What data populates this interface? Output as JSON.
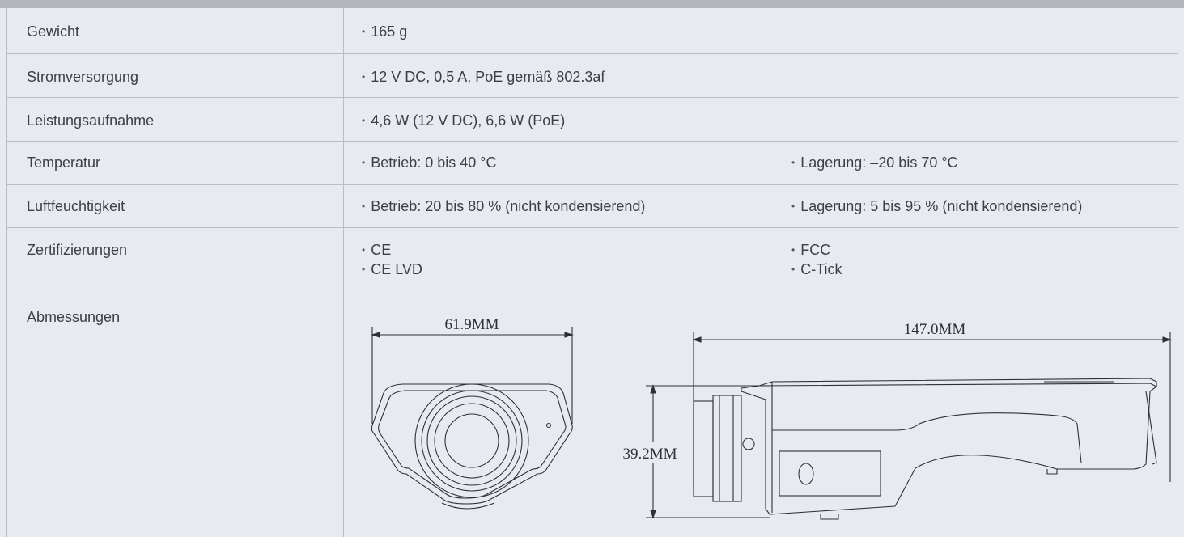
{
  "rows": [
    {
      "label": "Gewicht",
      "col1": [
        "165 g"
      ],
      "col2": []
    },
    {
      "label": "Stromversorgung",
      "col1": [
        "12 V DC, 0,5 A, PoE gemäß 802.3af"
      ],
      "col2": []
    },
    {
      "label": "Leistungsaufnahme",
      "col1": [
        "4,6 W (12 V DC), 6,6 W (PoE)"
      ],
      "col2": []
    },
    {
      "label": "Temperatur",
      "col1": [
        "Betrieb: 0 bis 40 °C"
      ],
      "col2": [
        "Lagerung: –20 bis 70 °C"
      ]
    },
    {
      "label": "Luftfeuchtigkeit",
      "col1": [
        "Betrieb: 20 bis 80 % (nicht kondensierend)"
      ],
      "col2": [
        "Lagerung: 5 bis 95 % (nicht kondensierend)"
      ]
    },
    {
      "label": "Zertifizierungen",
      "col1": [
        "CE",
        "CE LVD"
      ],
      "col2": [
        "FCC",
        "C-Tick"
      ]
    }
  ],
  "dimensions": {
    "label": "Abmessungen",
    "front_width": "61.9MM",
    "side_length": "147.0MM",
    "side_height": "39.2MM"
  }
}
